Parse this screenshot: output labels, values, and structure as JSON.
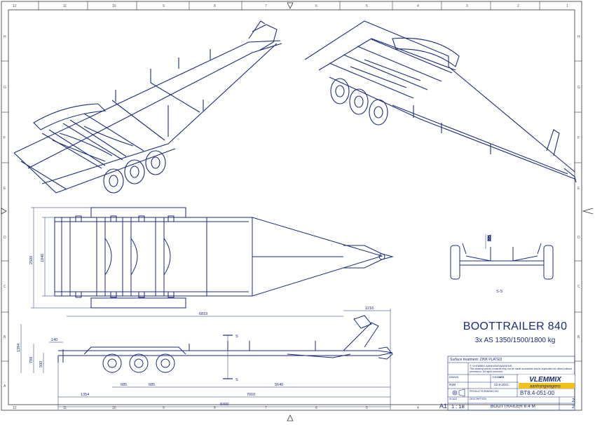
{
  "title": {
    "main": "BOOTTRAILER 840",
    "sub": "3x AS 1350/1500/1800 kg"
  },
  "border_zones": {
    "top": [
      "12",
      "11",
      "10",
      "9",
      "8",
      "7",
      "6",
      "5",
      "4",
      "3",
      "2",
      "1"
    ],
    "left": [
      "H",
      "G",
      "F",
      "E",
      "D",
      "C",
      "B",
      "A"
    ]
  },
  "dimensions": {
    "plan_width": "2500",
    "plan_inner": "1840",
    "side_total_height": "1394",
    "side_hitch_height": "798",
    "side_bed_height": "500",
    "side_overhang": "140",
    "upper_length": "6819",
    "drawbar_extra": "1216",
    "axle_spacing_1": "685",
    "axle_spacing_2": "685",
    "to_hitch": "5640",
    "rear_offset": "1354",
    "body_length": "7010",
    "overall_length": "8400",
    "section_height": "221"
  },
  "section": {
    "marker": "S",
    "label": "S-S"
  },
  "title_block": {
    "surface_label": "Surface treatment:",
    "surface_value": "ZINK PLATED",
    "copyright": "© VLEMMIX AANHANGWAGENS",
    "notice": "This drawing and its contents may not be made accessible and/or duplicated for others without permission. All rights reserved.",
    "drawn_label": "DRAWN",
    "checked_label": "CHECKED",
    "date_label": "DATE",
    "name_value": "RSB",
    "date_value": "22-9-2021",
    "scale_label": "SCALE",
    "scale_value": "1 : 18",
    "sheet_size": "A1",
    "product_no_label": "PRODUCT/DRAWING NO.",
    "product_no": "BT8.4-051-00",
    "description_label": "DESCRIPTION",
    "description": "BOOTTRAILER 8.4 M",
    "sheet_no": "2",
    "sheet_of": "2",
    "company": "VLEMMIX",
    "company_sub": "aanhangwagens"
  },
  "colors": {
    "line": "#1c2b7a",
    "frame": "#333333",
    "brand": "#1f3a93",
    "brand_band": "#f2c21a"
  }
}
